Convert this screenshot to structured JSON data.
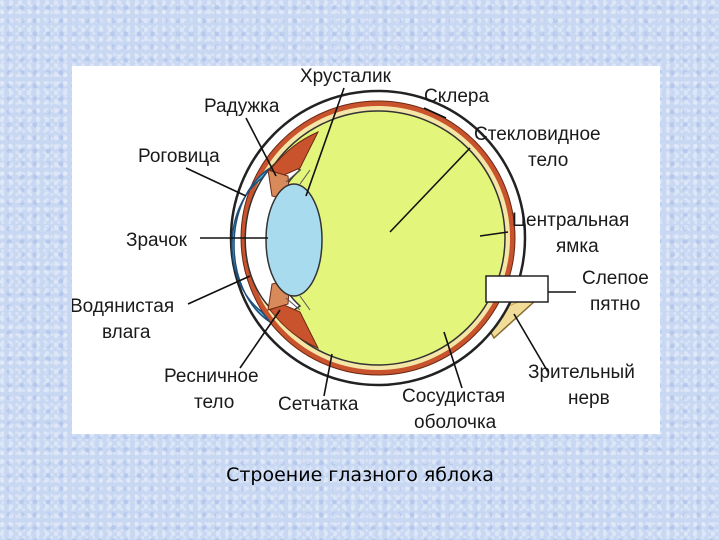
{
  "caption": "Строение глазного яблока",
  "colors": {
    "vitreous": "#e3f57a",
    "lens": "#a9dbee",
    "cornea": "#5fc2ee",
    "choroid": "#c8532c",
    "sclera": "#ffffff",
    "optic_nerve": "#f1dc98"
  },
  "labels": {
    "lens": "Хрусталик",
    "iris": "Радужка",
    "sclera": "Склера",
    "cornea": "Роговица",
    "vitreous_1": "Стекловидное",
    "vitreous_2": "тело",
    "pupil": "Зрачок",
    "fovea_1": "Центральная",
    "fovea_2": "ямка",
    "aqueous_1": "Водянистая",
    "aqueous_2": "влага",
    "blind_1": "Слепое",
    "blind_2": "пятно",
    "ciliary_1": "Ресничное",
    "ciliary_2": "тело",
    "retina": "Сетчатка",
    "choroid_1": "Сосудистая",
    "choroid_2": "оболочка",
    "optic_1": "Зрительный",
    "optic_2": "нерв"
  }
}
